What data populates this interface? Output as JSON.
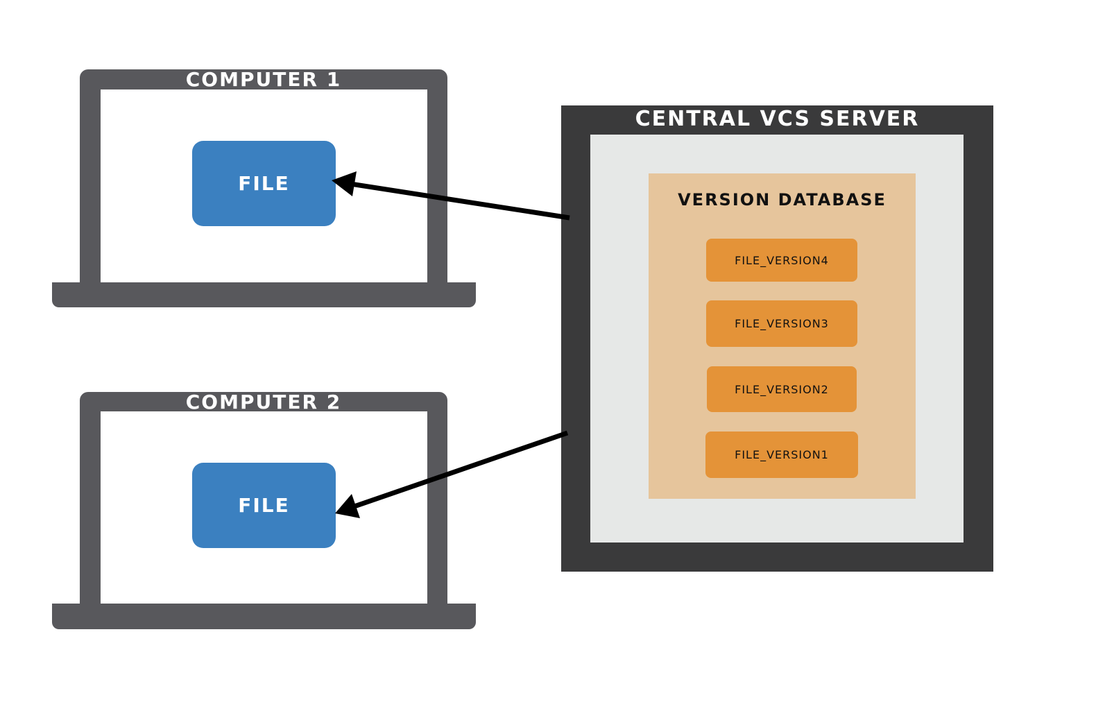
{
  "computers": [
    {
      "title": "COMPUTER 1",
      "file_label": "FILE"
    },
    {
      "title": "COMPUTER 2",
      "file_label": "FILE"
    }
  ],
  "server": {
    "title": "CENTRAL VCS SERVER",
    "database": {
      "title": "VERSION DATABASE",
      "versions": [
        "FILE_VERSION4",
        "FILE_VERSION3",
        "FILE_VERSION2",
        "FILE_VERSION1"
      ]
    }
  },
  "colors": {
    "laptop": "#58585c",
    "file": "#3b80c0",
    "server_frame": "#3a3a3b",
    "server_inner": "#e6e8e7",
    "database": "#e6c59c",
    "version": "#e49338",
    "arrow": "#000000"
  }
}
